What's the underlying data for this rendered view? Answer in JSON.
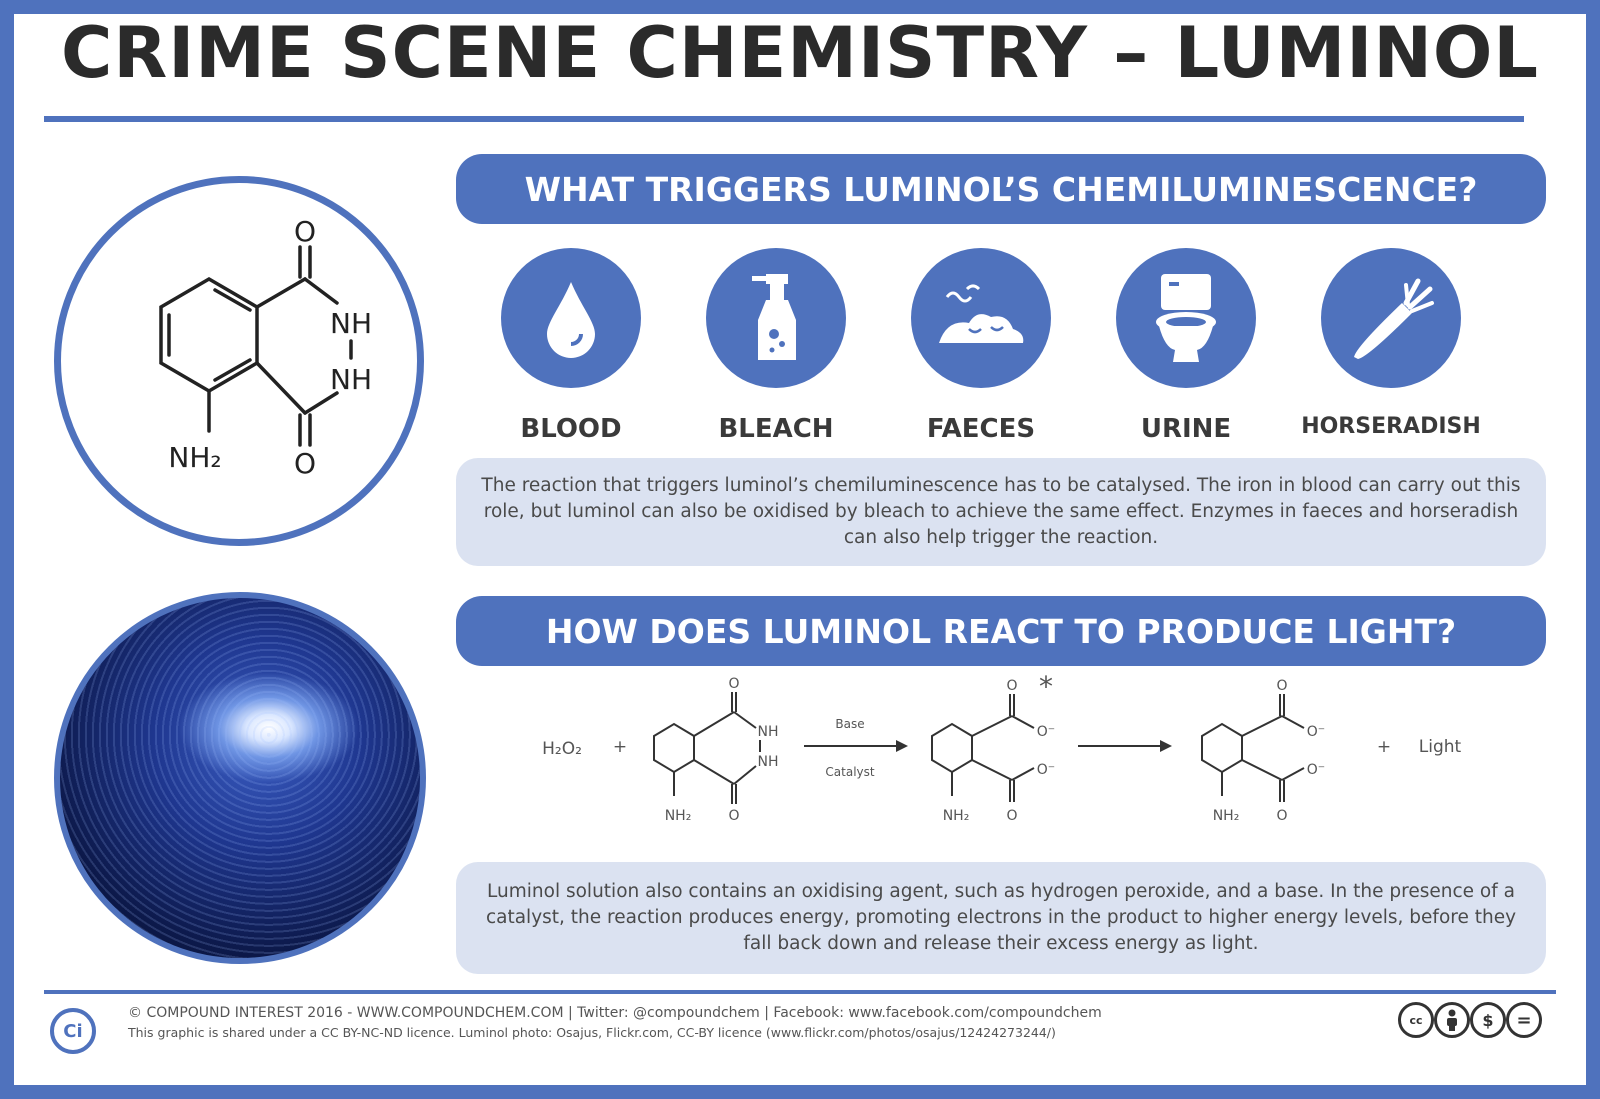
{
  "title": "CRIME SCENE CHEMISTRY – LUMINOL",
  "section1": {
    "heading": "WHAT TRIGGERS LUMINOL’S CHEMILUMINESCENCE?",
    "triggers": [
      {
        "label": "BLOOD",
        "icon": "blood-drop-icon"
      },
      {
        "label": "BLEACH",
        "icon": "spray-bottle-icon"
      },
      {
        "label": "FAECES",
        "icon": "faeces-icon"
      },
      {
        "label": "URINE",
        "icon": "toilet-icon"
      },
      {
        "label": "HORSERADISH",
        "icon": "horseradish-icon"
      }
    ],
    "text": "The reaction that triggers luminol’s chemiluminescence has to be catalysed. The iron in blood can carry out this role, but luminol can also be oxidised by bleach to achieve the same effect. Enzymes in faeces and horseradish can also help trigger the reaction."
  },
  "section2": {
    "heading": "HOW DOES LUMINOL REACT TO PRODUCE LIGHT?",
    "text": "Luminol solution also contains an oxidising agent, such as hydrogen peroxide, and a base. In the presence of a catalyst, the reaction produces energy, promoting electrons in the product to higher energy levels, before they fall back down and release their excess energy as light."
  },
  "structure": {
    "o_top": "O",
    "nh_1": "NH",
    "nh_2": "NH",
    "nh2": "NH₂",
    "o_bottom": "O"
  },
  "reaction": {
    "h2o2": "H₂O₂",
    "plus1": "+",
    "base": "Base",
    "catalyst": "Catalyst",
    "star": "*",
    "plus2": "+",
    "light": "Light",
    "o": "O",
    "nh": "NH",
    "nh2": "NH₂",
    "o_minus": "O⁻"
  },
  "footer": {
    "line1": "© COMPOUND INTEREST 2016 - WWW.COMPOUNDCHEM.COM | Twitter: @compoundchem | Facebook: www.facebook.com/compoundchem",
    "line2": "This graphic is shared under a CC BY-NC-ND licence. Luminol photo: Osajus, Flickr.com, CC-BY licence (www.flickr.com/photos/osajus/12424273244/)",
    "logo": "Ci",
    "cc_badges": [
      "cc",
      "by",
      "nc",
      "nd"
    ]
  },
  "colors": {
    "accent": "#4f72bd",
    "panel": "#dbe2f1",
    "text": "#2b2b2b"
  }
}
